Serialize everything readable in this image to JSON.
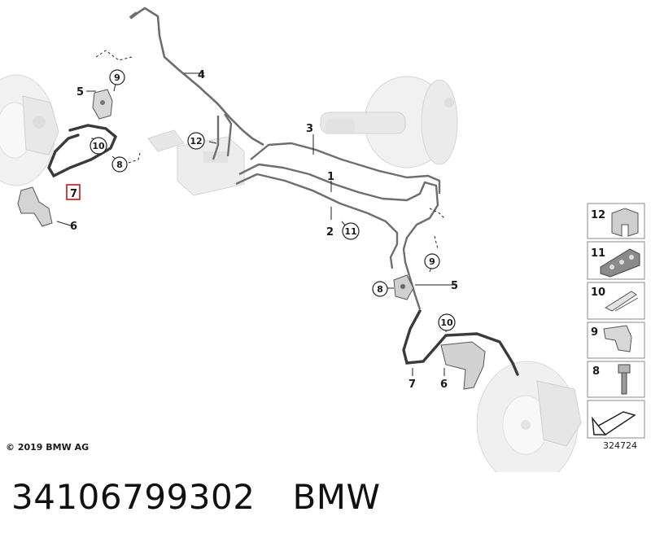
{
  "diagram": {
    "callouts": {
      "c1": "1",
      "c2": "2",
      "c3": "3",
      "c4": "4",
      "c5a": "5",
      "c5b": "5",
      "c6a": "6",
      "c6b": "6",
      "c7a": "7",
      "c7b": "7",
      "c8a": "8",
      "c8b": "8",
      "c9a": "9",
      "c9b": "9",
      "c10a": "10",
      "c10b": "10",
      "c11": "11",
      "c12": "12"
    },
    "highlight_color": "#d01010",
    "legend": [
      {
        "number": "12",
        "icon": "clip-u-icon"
      },
      {
        "number": "11",
        "icon": "pipe-holder-icon"
      },
      {
        "number": "10",
        "icon": "spring-clip-icon"
      },
      {
        "number": "9",
        "icon": "bracket-clip-icon"
      },
      {
        "number": "8",
        "icon": "bolt-icon"
      },
      {
        "number": "",
        "icon": "arrow-icon"
      }
    ]
  },
  "copyright": "© 2019 BMW AG",
  "drawing_number": "324724",
  "part_number": "34106799302",
  "brand": "BMW"
}
